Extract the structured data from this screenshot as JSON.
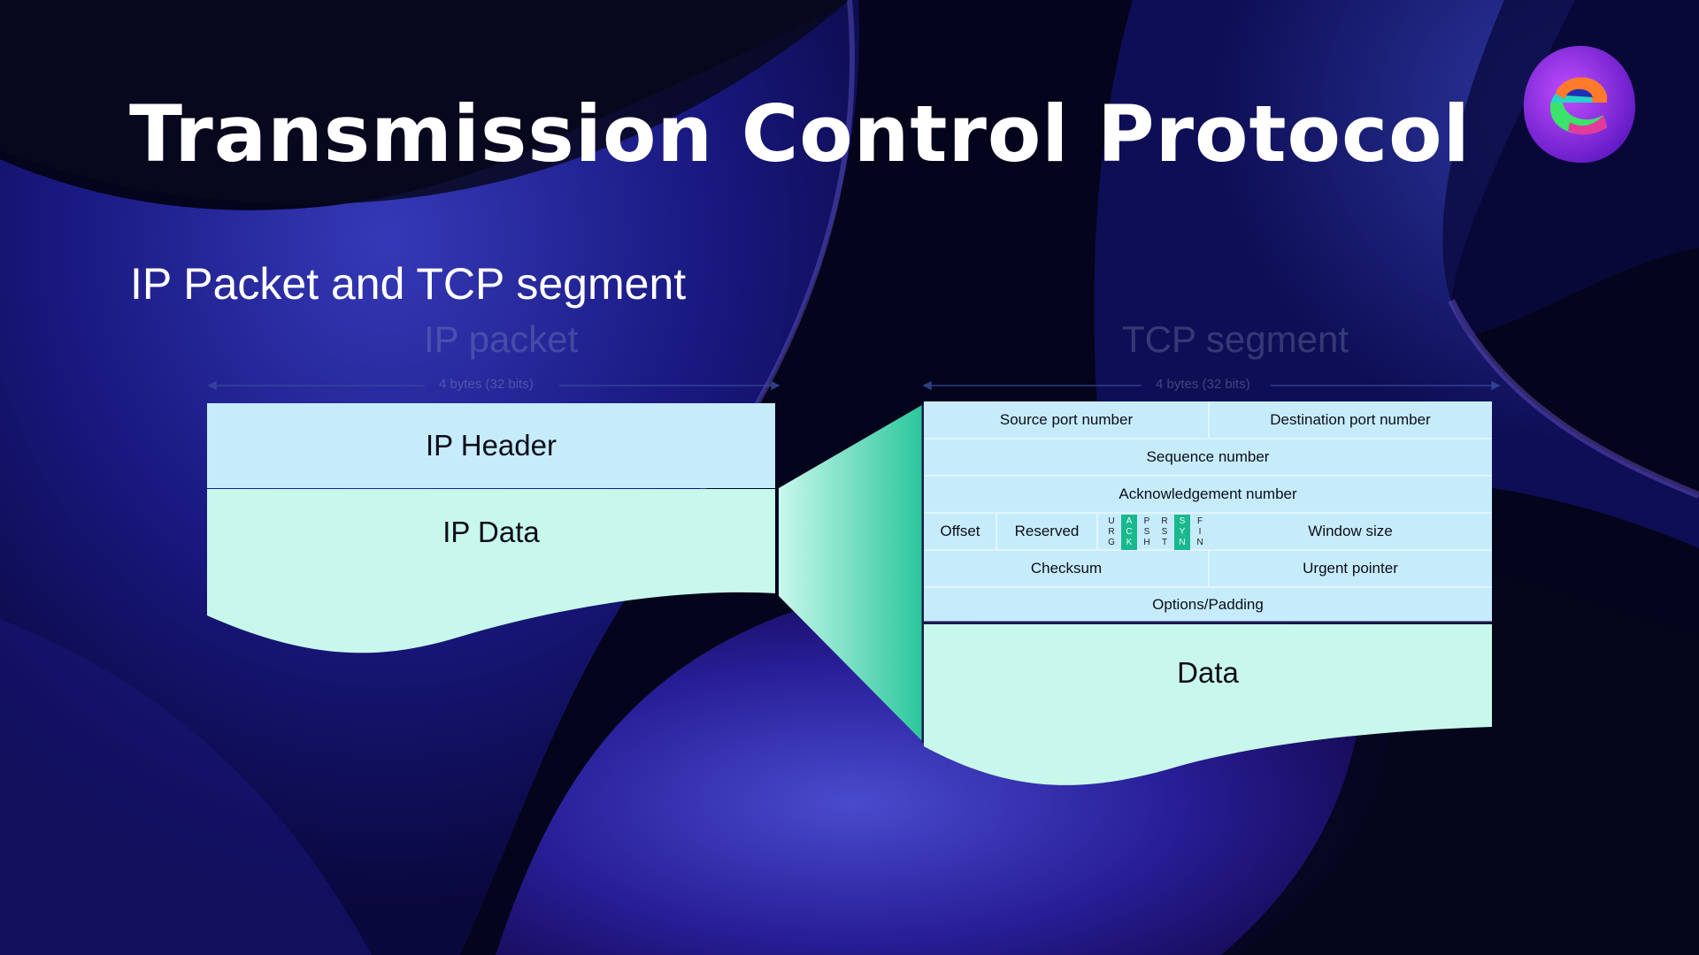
{
  "title": "Transmission Control Protocol",
  "subtitle": "IP Packet and TCP segment",
  "ip_packet": {
    "title": "IP packet",
    "width_label": "4 bytes (32 bits)",
    "header_label": "IP Header",
    "data_label": "IP Data"
  },
  "tcp_segment": {
    "title": "TCP segment",
    "width_label": "4 bytes (32 bits)",
    "fields": {
      "source_port": "Source port number",
      "destination_port": "Destination port number",
      "sequence_number": "Sequence number",
      "acknowledgement_number": "Acknowledgement number",
      "offset": "Offset",
      "reserved": "Reserved",
      "window_size": "Window size",
      "checksum": "Checksum",
      "urgent_pointer": "Urgent pointer",
      "options_padding": "Options/Padding"
    },
    "flags": [
      {
        "letters": [
          "U",
          "R",
          "G"
        ],
        "highlighted": false
      },
      {
        "letters": [
          "A",
          "C",
          "K"
        ],
        "highlighted": true
      },
      {
        "letters": [
          "P",
          "S",
          "H"
        ],
        "highlighted": false
      },
      {
        "letters": [
          "R",
          "S",
          "T"
        ],
        "highlighted": false
      },
      {
        "letters": [
          "S",
          "Y",
          "N"
        ],
        "highlighted": true
      },
      {
        "letters": [
          "F",
          "I",
          "N"
        ],
        "highlighted": false
      }
    ],
    "data_label": "Data"
  },
  "colors": {
    "header_fill": "#c6ecfb",
    "data_fill": "#c8f8eb",
    "flag_highlight": "#19b88f",
    "background": "#04041c"
  }
}
